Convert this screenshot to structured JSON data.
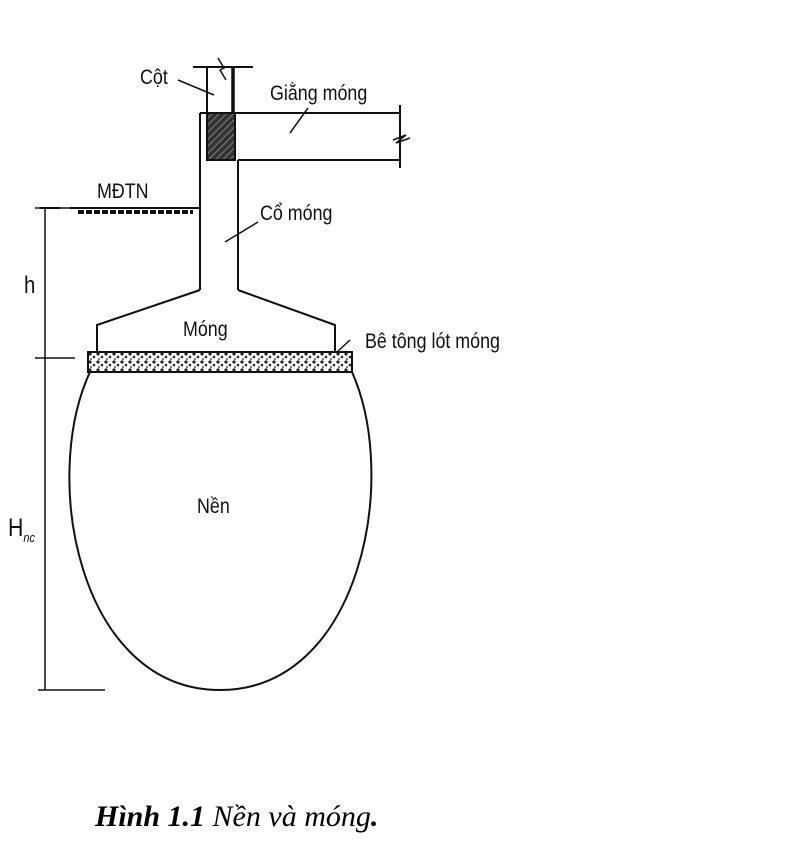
{
  "labels": {
    "column": "Cột",
    "tie_beam": "Giằng móng",
    "ground_level": "MĐTN",
    "foundation_neck": "Cổ móng",
    "height_h": "h",
    "foundation": "Móng",
    "lean_concrete": "Bê tông lót móng",
    "soil": "Nền",
    "soil_depth_main": "H",
    "soil_depth_sub": "nc"
  },
  "caption": {
    "number": "Hình 1.1",
    "text": " Nền và móng",
    "period": "."
  }
}
